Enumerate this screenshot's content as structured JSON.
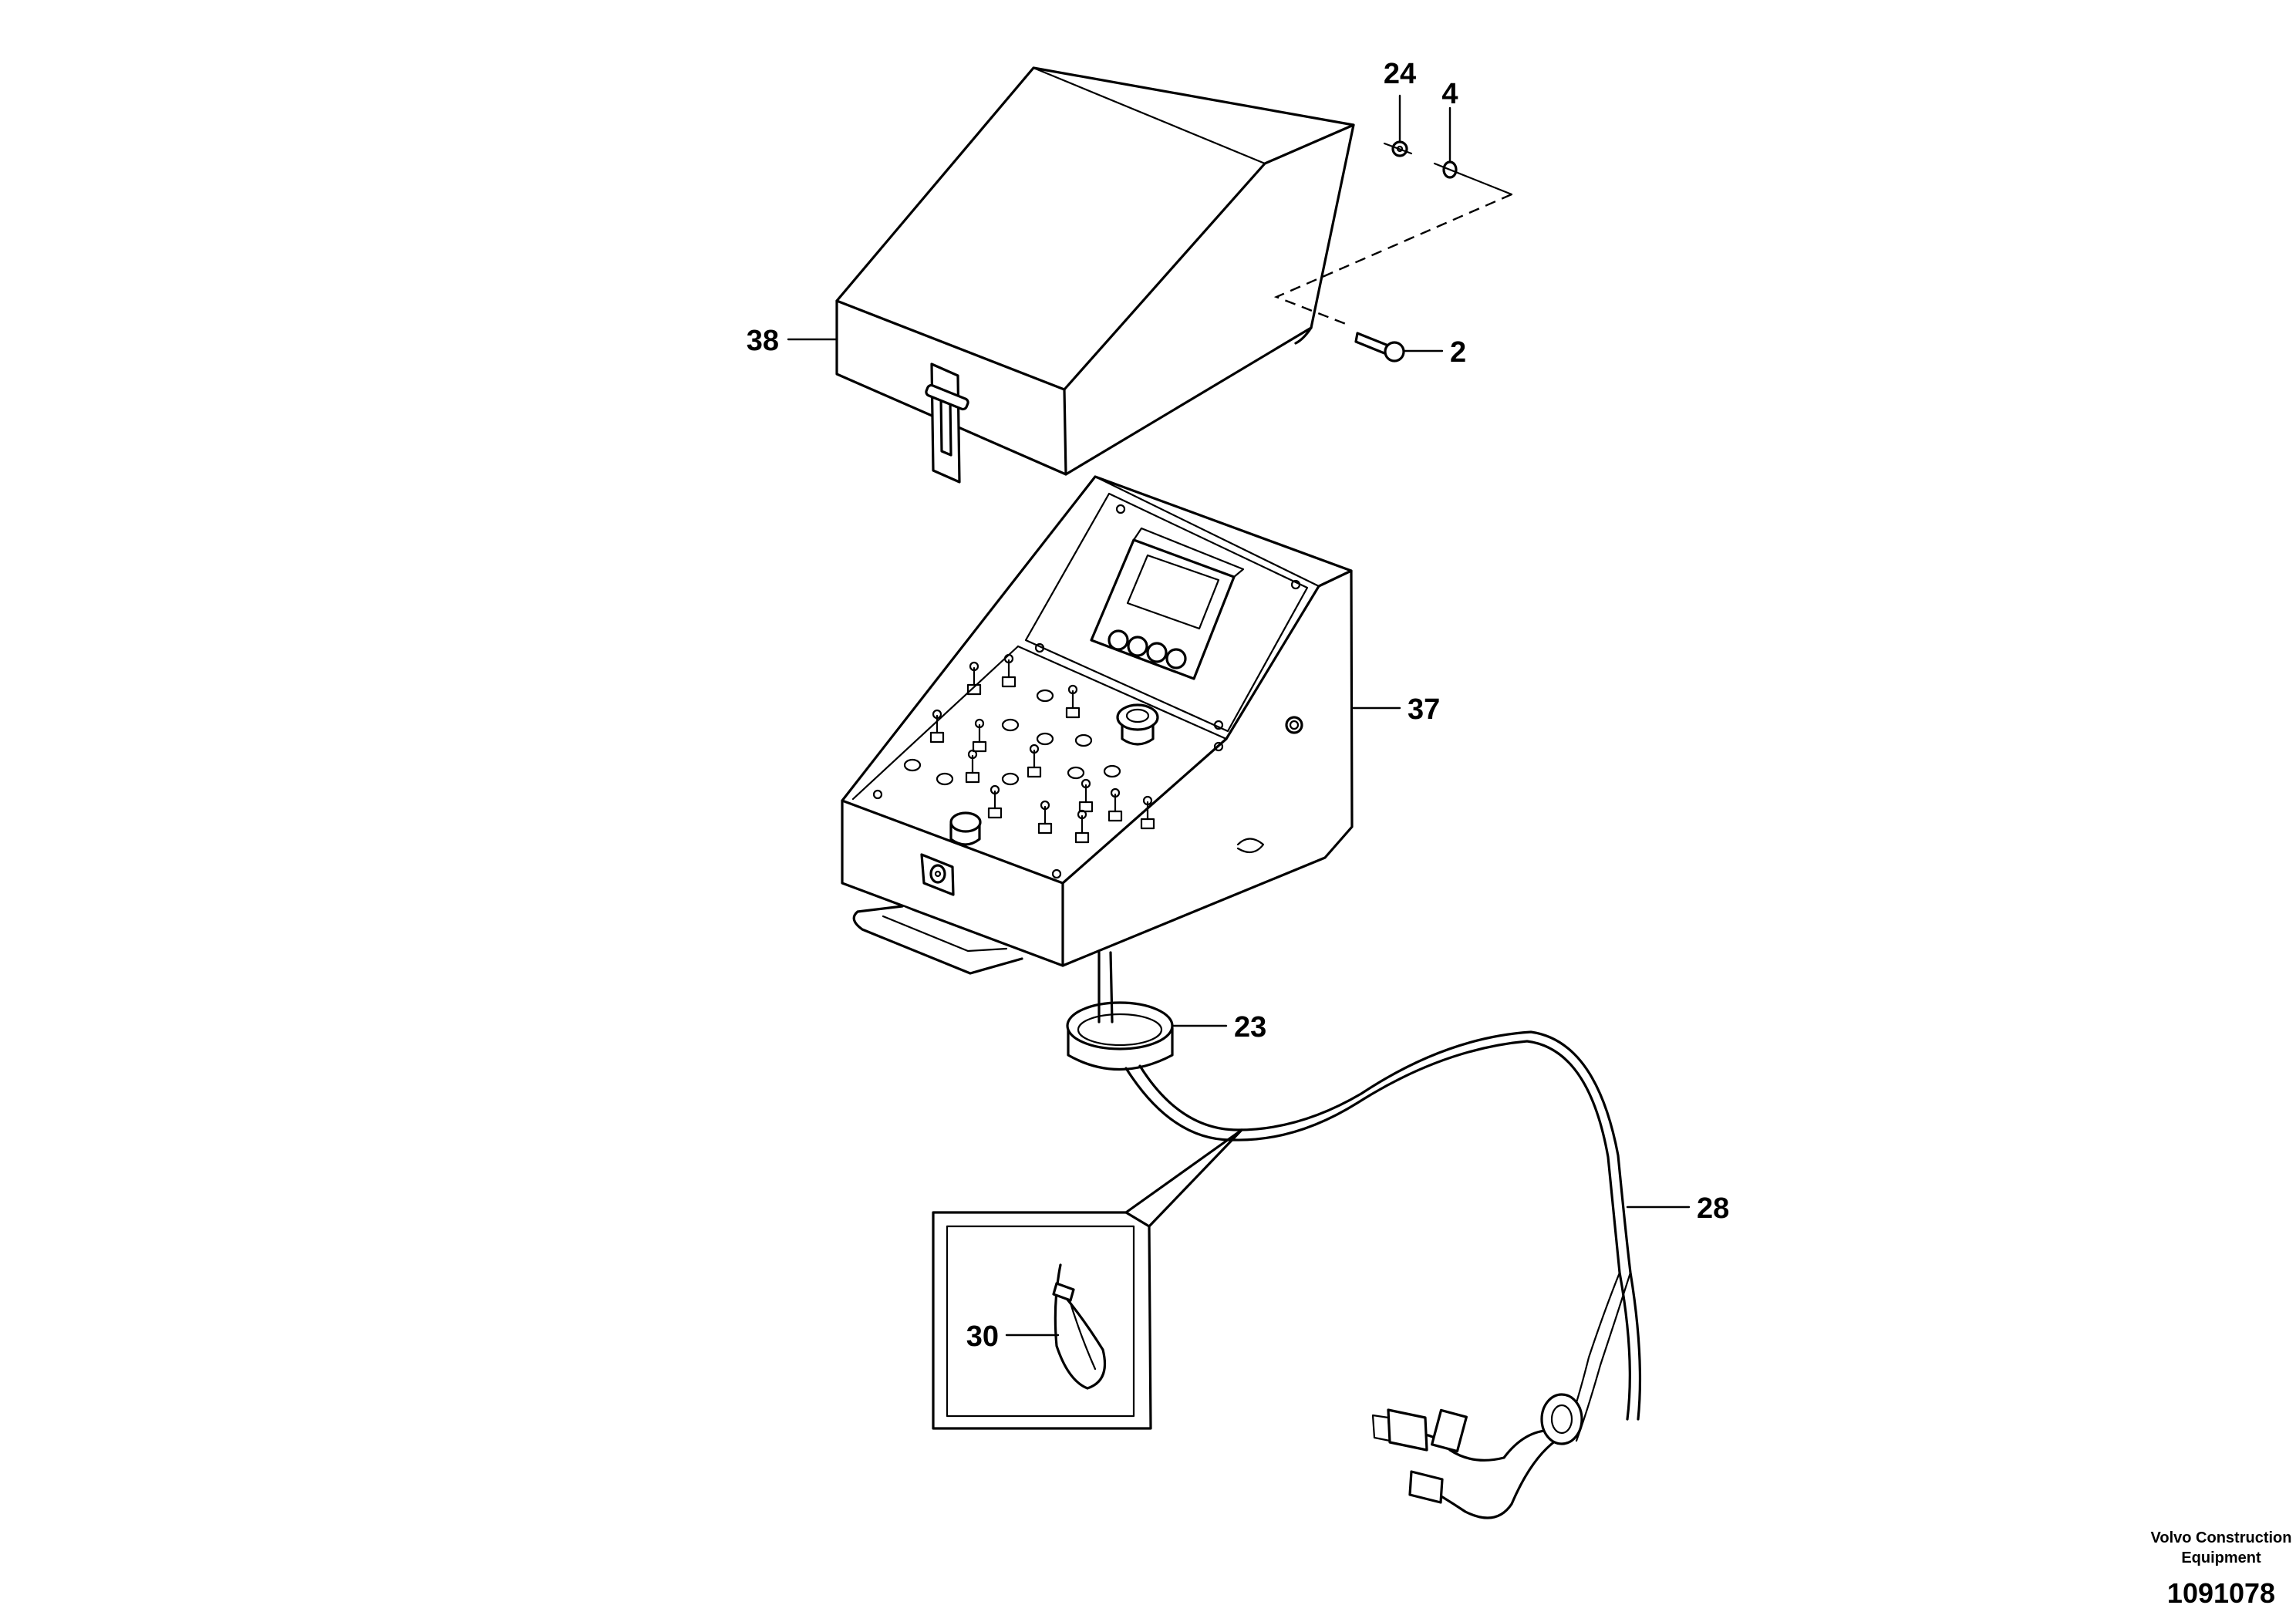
{
  "diagram": {
    "callouts": [
      {
        "id": "38",
        "label": "38",
        "target": "cover"
      },
      {
        "id": "24",
        "label": "24",
        "target": "nut"
      },
      {
        "id": "4",
        "label": "4",
        "target": "washer"
      },
      {
        "id": "2",
        "label": "2",
        "target": "screw"
      },
      {
        "id": "37",
        "label": "37",
        "target": "control-box"
      },
      {
        "id": "23",
        "label": "23",
        "target": "grommet"
      },
      {
        "id": "28",
        "label": "28",
        "target": "cable-harness"
      },
      {
        "id": "30",
        "label": "30",
        "target": "cable-tie"
      }
    ]
  },
  "footer": {
    "company_line1": "Volvo Construction",
    "company_line2": "Equipment",
    "drawing_number": "1091078"
  }
}
